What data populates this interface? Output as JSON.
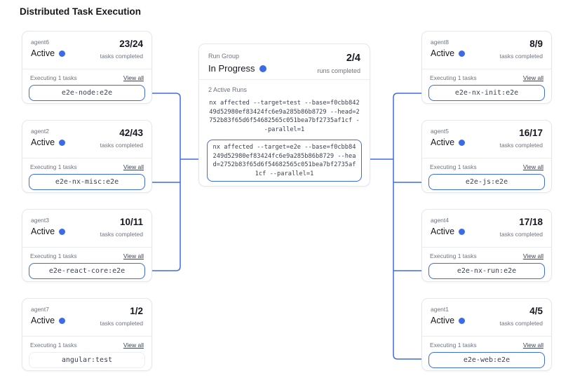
{
  "title": "Distributed Task Execution",
  "accent_color": "#3d6be8",
  "labels": {
    "status": "Active",
    "caption": "tasks completed",
    "executing": "Executing 1 tasks",
    "view_all": "View all"
  },
  "run_group": {
    "label": "Run Group",
    "status": "In Progress",
    "count": "2/4",
    "count_caption": "runs completed",
    "active_runs_label": "2 Active Runs",
    "commands": [
      {
        "text": "nx affected --target=test --base=f0cbb84249d52980ef83424fc6e9a285b86b8729 --head=2752b83f65d6f54682565c051bea7bf2735af1cf --parallel=1",
        "highlighted": false
      },
      {
        "text": "nx affected --target=e2e --base=f0cbb84249d52980ef83424fc6e9a285b86b8729 --head=2752b83f65d6f54682565c051bea7bf2735af1cf --parallel=1",
        "highlighted": true
      }
    ]
  },
  "agents_left": [
    {
      "name": "agent6",
      "count": "23/24",
      "task": "e2e-node:e2e",
      "connected": true
    },
    {
      "name": "agent2",
      "count": "42/43",
      "task": "e2e-nx-misc:e2e",
      "connected": true
    },
    {
      "name": "agent3",
      "count": "10/11",
      "task": "e2e-react-core:e2e",
      "connected": true
    },
    {
      "name": "agent7",
      "count": "1/2",
      "task": "angular:test",
      "connected": false
    }
  ],
  "agents_right": [
    {
      "name": "agent8",
      "count": "8/9",
      "task": "e2e-nx-init:e2e",
      "connected": true
    },
    {
      "name": "agent5",
      "count": "16/17",
      "task": "e2e-js:e2e",
      "connected": true
    },
    {
      "name": "agent4",
      "count": "17/18",
      "task": "e2e-nx-run:e2e",
      "connected": true
    },
    {
      "name": "agent1",
      "count": "4/5",
      "task": "e2e-web:e2e",
      "connected": true
    }
  ]
}
